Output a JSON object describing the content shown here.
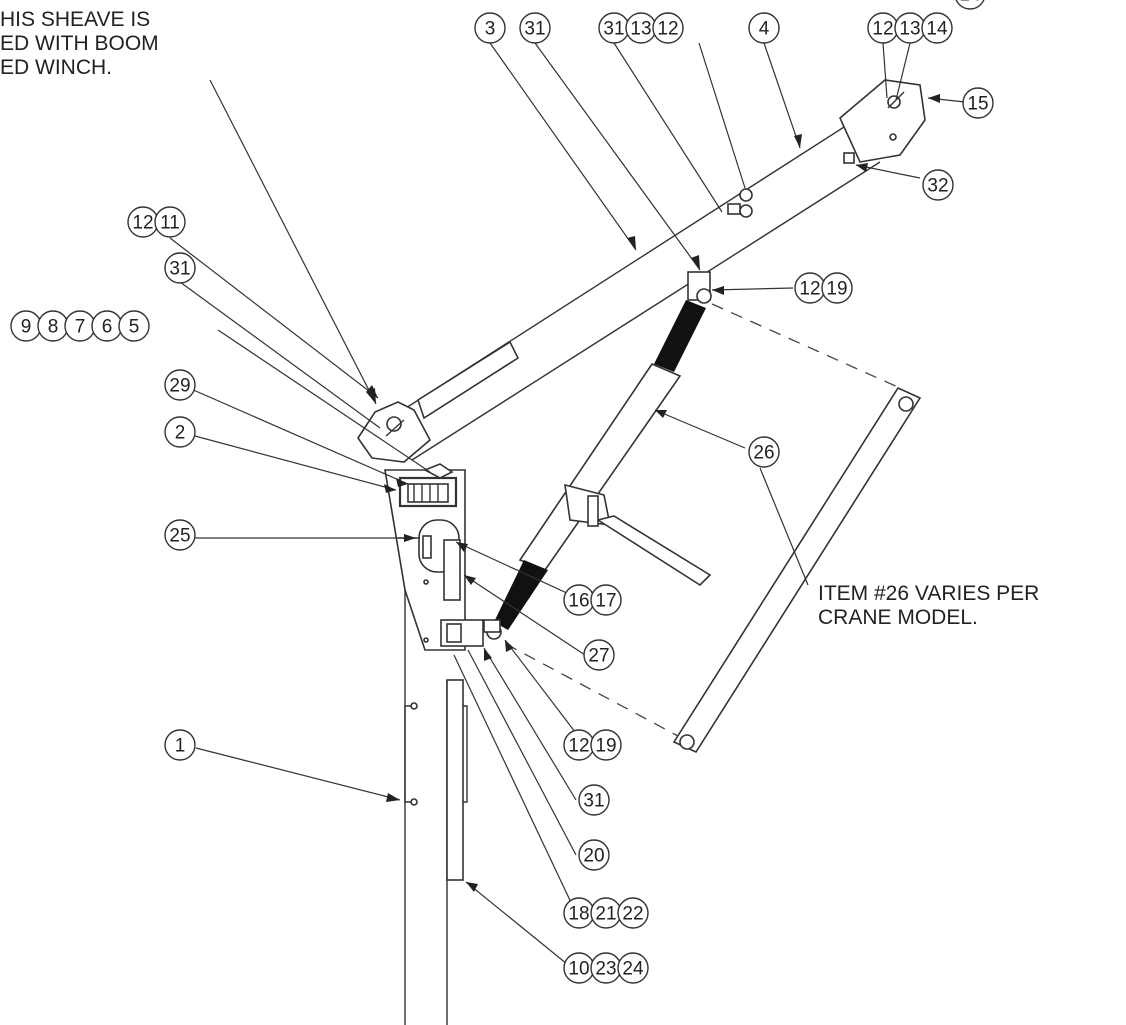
{
  "notes": {
    "sheave_note": [
      "HIS SHEAVE IS",
      "ED WITH BOOM",
      "ED WINCH."
    ],
    "item26_note": [
      "ITEM #26 VARIES PER",
      "CRANE MODEL."
    ]
  },
  "callouts": [
    {
      "id": "c-14",
      "items": [
        "14"
      ]
    },
    {
      "id": "c-3",
      "items": [
        "3"
      ]
    },
    {
      "id": "c-31a",
      "items": [
        "31"
      ]
    },
    {
      "id": "c-31b",
      "items": [
        "31"
      ]
    },
    {
      "id": "c-13-12",
      "items": [
        "13",
        "12"
      ]
    },
    {
      "id": "c-4",
      "items": [
        "4"
      ]
    },
    {
      "id": "c-12-13-14",
      "items": [
        "12",
        "13",
        "14"
      ]
    },
    {
      "id": "c-15",
      "items": [
        "15"
      ]
    },
    {
      "id": "c-32",
      "items": [
        "32"
      ]
    },
    {
      "id": "c-12-11",
      "items": [
        "12",
        "11"
      ]
    },
    {
      "id": "c-31c",
      "items": [
        "31"
      ]
    },
    {
      "id": "c-12-19a",
      "items": [
        "12",
        "19"
      ]
    },
    {
      "id": "c-9-8-7-6-5",
      "items": [
        "9",
        "8",
        "7",
        "6",
        "5"
      ]
    },
    {
      "id": "c-29",
      "items": [
        "29"
      ]
    },
    {
      "id": "c-2",
      "items": [
        "2"
      ]
    },
    {
      "id": "c-26",
      "items": [
        "26"
      ]
    },
    {
      "id": "c-25",
      "items": [
        "25"
      ]
    },
    {
      "id": "c-16-17",
      "items": [
        "16",
        "17"
      ]
    },
    {
      "id": "c-27",
      "items": [
        "27"
      ]
    },
    {
      "id": "c-1",
      "items": [
        "1"
      ]
    },
    {
      "id": "c-12-19b",
      "items": [
        "12",
        "19"
      ]
    },
    {
      "id": "c-31d",
      "items": [
        "31"
      ]
    },
    {
      "id": "c-20",
      "items": [
        "20"
      ]
    },
    {
      "id": "c-18-21-22",
      "items": [
        "18",
        "21",
        "22"
      ]
    },
    {
      "id": "c-10-23-24",
      "items": [
        "10",
        "23",
        "24"
      ]
    }
  ]
}
